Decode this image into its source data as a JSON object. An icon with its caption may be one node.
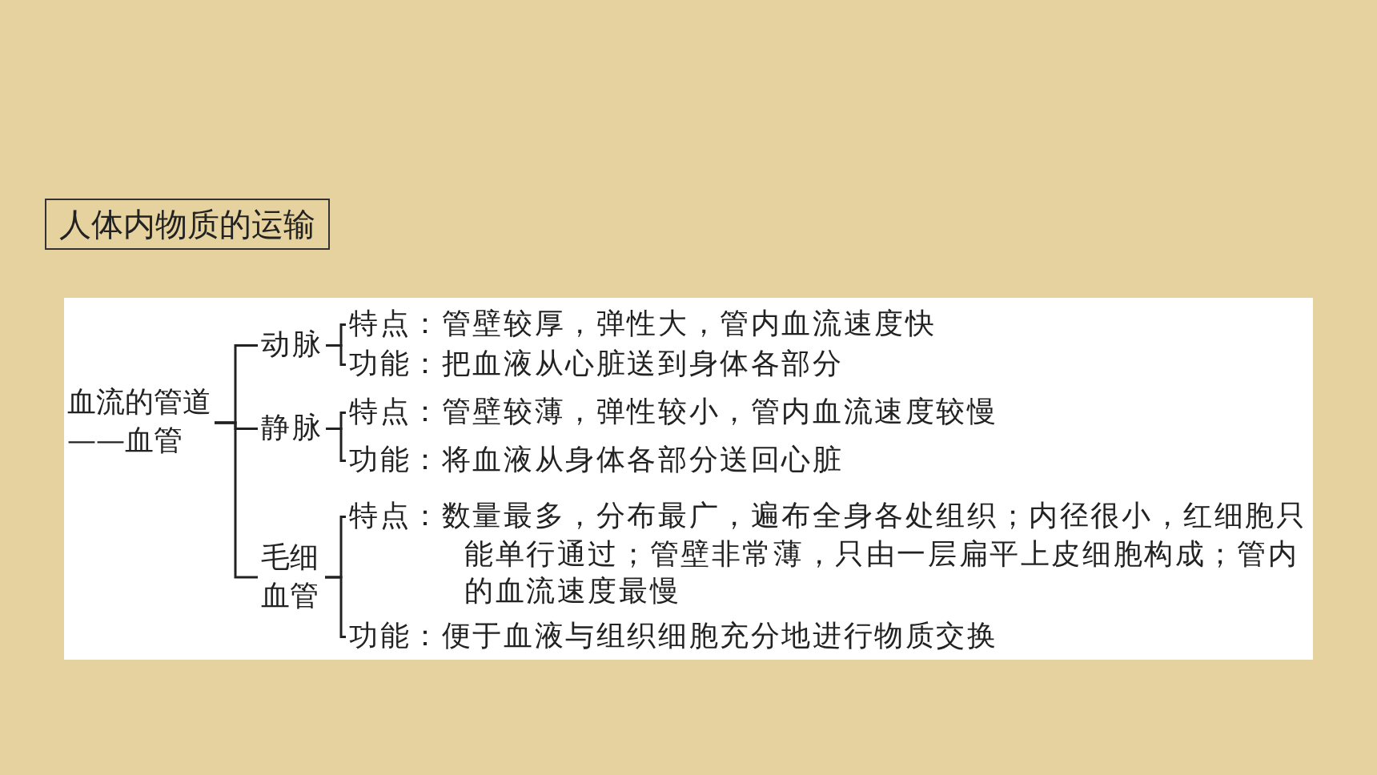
{
  "diagram": {
    "title": "人体内物质的运输",
    "nodes": [
      {
        "text": [
          "血流的管道——血管"
        ]
      },
      {
        "text": [
          "动脉"
        ]
      },
      {
        "text": [
          "特点：管壁较厚，弹性大，管内血流速度快"
        ]
      },
      {
        "text": [
          "功能：把血液从心脏送到身体各部分"
        ]
      },
      {
        "text": [
          "静脉"
        ]
      },
      {
        "text": [
          "特点：管壁较薄，弹性较小，管内血流速度较慢"
        ]
      },
      {
        "text": [
          "功能：将血液从身体各部分送回心脏"
        ]
      },
      {
        "text": [
          "毛细血管"
        ]
      },
      {
        "text": [
          "特点：数量最多，分布最广，遍布全身各处组织；内径很小，红细胞只能单行通过；管壁非常薄，只由一层扁平上皮细胞构成；管内的血流速度最慢"
        ]
      },
      {
        "text": [
          "功能：便于血液与组织细胞充分地进行物质交换"
        ]
      }
    ],
    "edges": [
      {
        "from": 0,
        "to": 1,
        "arrow": "none"
      },
      {
        "from": 0,
        "to": 4,
        "arrow": "none"
      },
      {
        "from": 0,
        "to": 7,
        "arrow": "none"
      },
      {
        "from": 1,
        "to": 2,
        "arrow": "none"
      },
      {
        "from": 1,
        "to": 3,
        "arrow": "none"
      },
      {
        "from": 4,
        "to": 5,
        "arrow": "none"
      },
      {
        "from": 4,
        "to": 6,
        "arrow": "none"
      },
      {
        "from": 7,
        "to": 8,
        "arrow": "none"
      },
      {
        "from": 7,
        "to": 9,
        "arrow": "none"
      }
    ]
  }
}
